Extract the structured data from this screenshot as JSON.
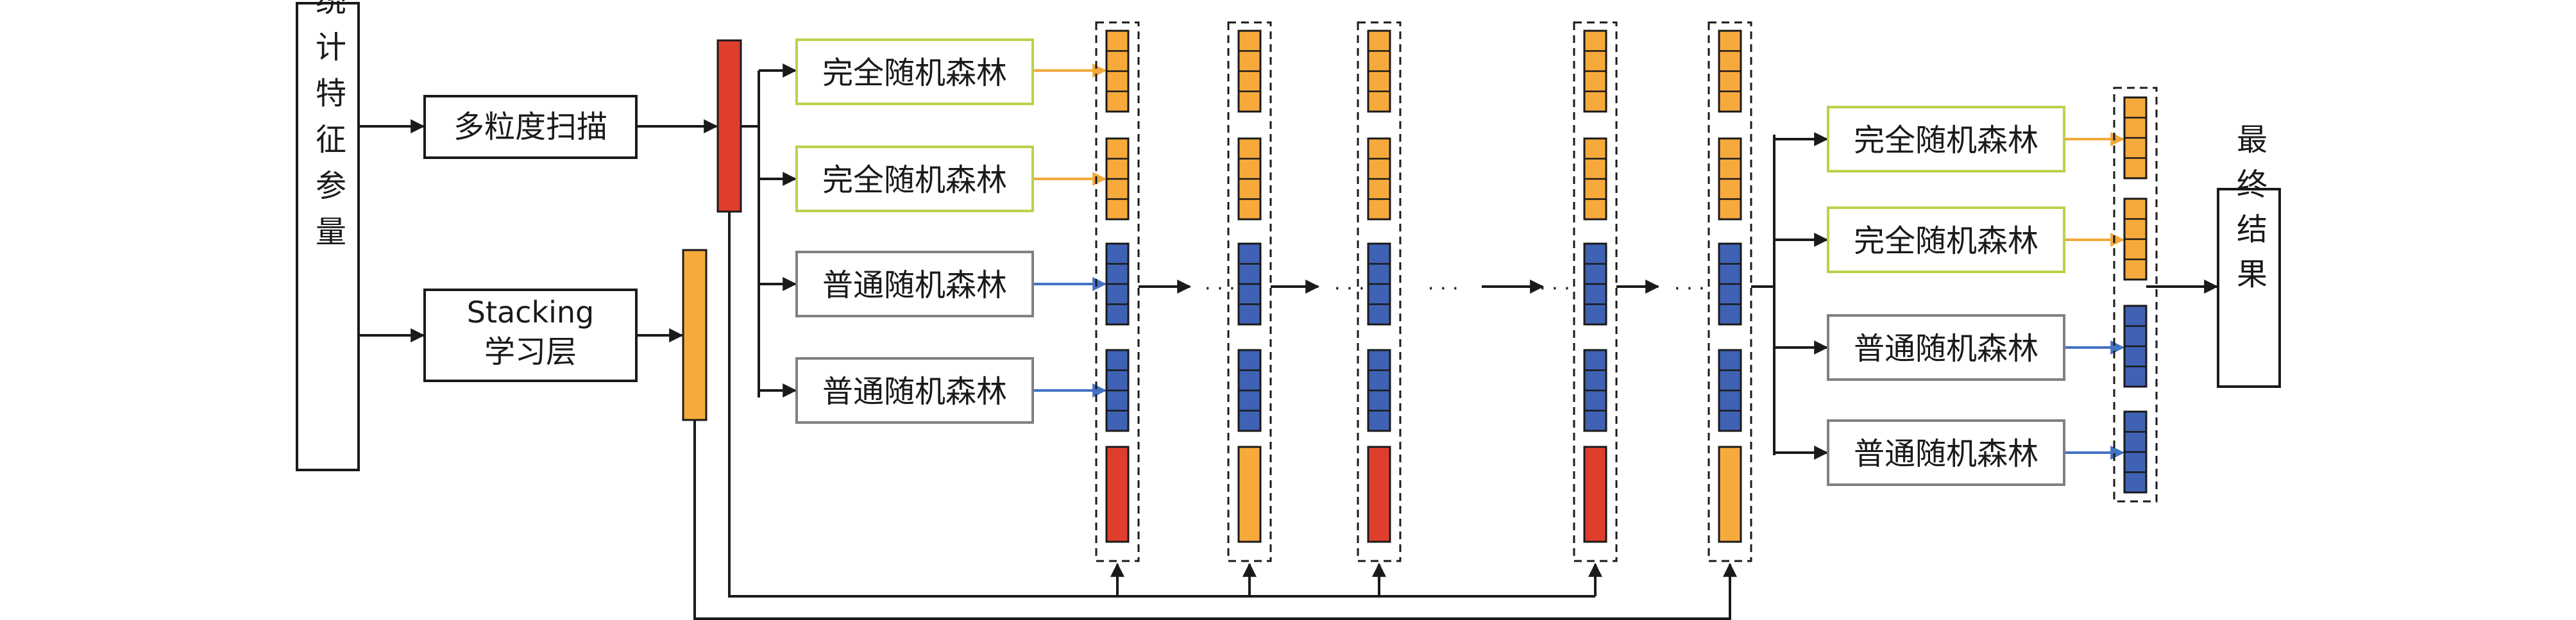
{
  "input": {
    "label": "局部放电统计特征参量"
  },
  "steps": {
    "scan": "多粒度扫描",
    "stack_line1": "Stacking",
    "stack_line2": "学习层"
  },
  "forests": {
    "complete": "完全随机森林",
    "ordinary": "普通随机森林"
  },
  "ellipsis": "· · ·",
  "output": {
    "label": "最终结果"
  },
  "colors": {
    "complete_border": "#b9d24a",
    "ordinary_border": "#808080",
    "complete_arrow": "#f2a93a",
    "ordinary_arrow": "#4472c4",
    "vector_orange": "#f7aa3c",
    "vector_blue": "#3f62b4",
    "vector_red": "#e03e2d",
    "line": "#1a1a1a"
  }
}
